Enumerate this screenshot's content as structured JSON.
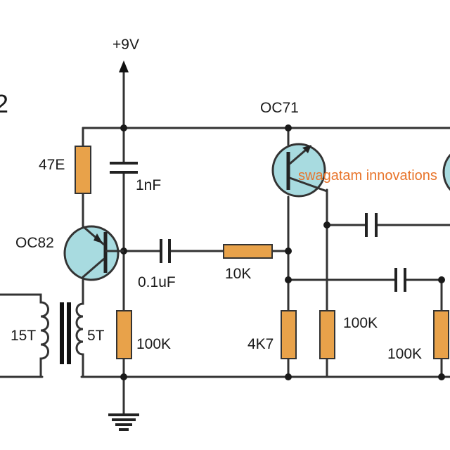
{
  "supply_label": "+9V",
  "fragment_number": "2",
  "transistors": {
    "q1": "OC82",
    "q2": "OC71"
  },
  "resistors": {
    "r1": "47E",
    "r2": "10K",
    "r3": "100K",
    "r4": "4K7",
    "r5": "100K",
    "r6": "100K"
  },
  "capacitors": {
    "c1": "1nF",
    "c2": "0.1uF"
  },
  "transformer": {
    "primary": "15T",
    "secondary": "5T"
  },
  "watermark": "swagatam innovations",
  "colors": {
    "resistor": "#e8a24a",
    "transistor": "#a8dbe0",
    "watermark": "#e8742a",
    "wire": "#333333"
  }
}
